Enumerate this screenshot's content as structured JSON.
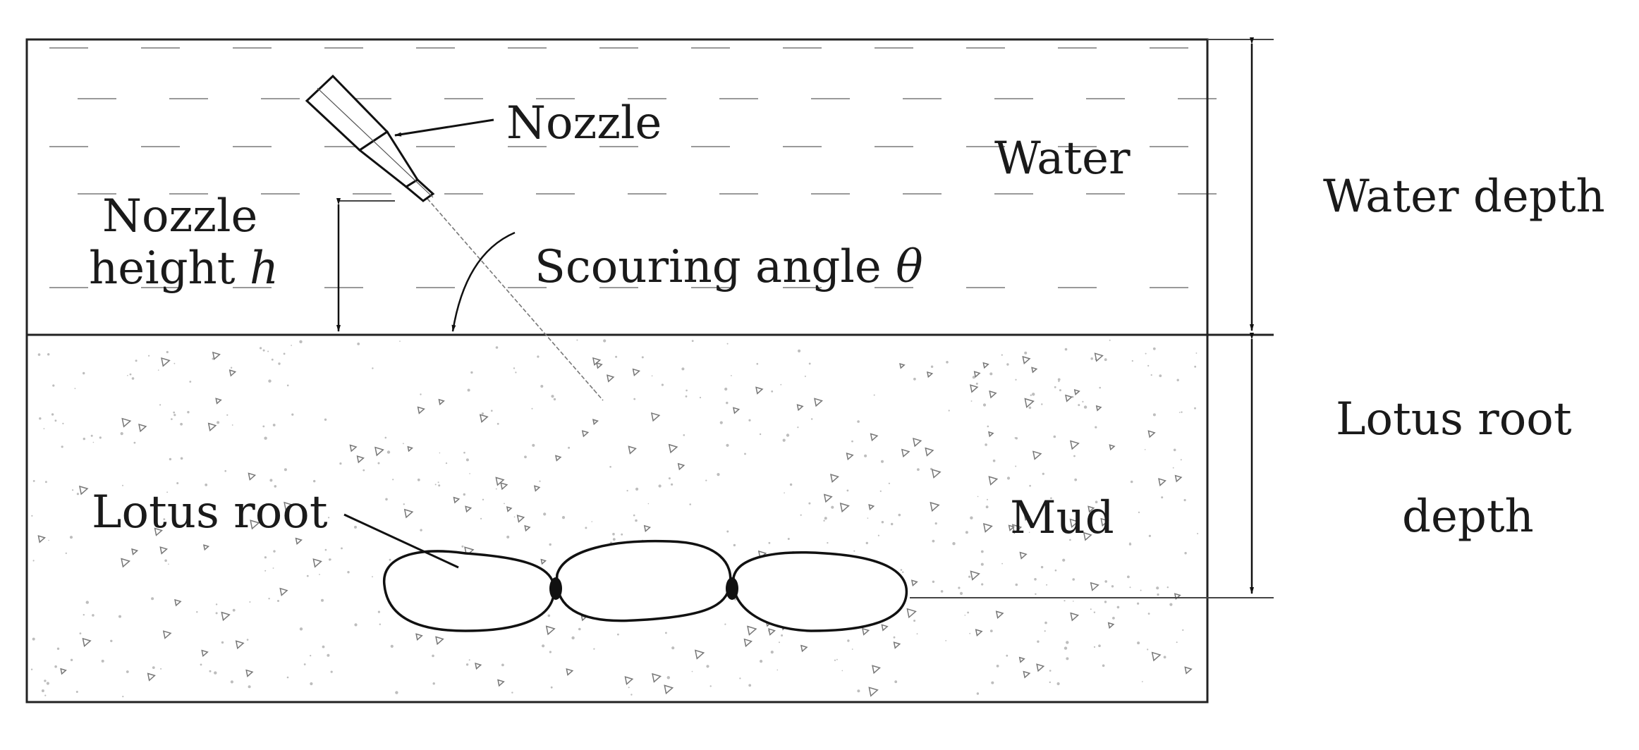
{
  "diagram": {
    "labels": {
      "nozzle": "Nozzle",
      "water": "Water",
      "water_depth": "Water depth",
      "nozzle_height_line1": "Nozzle",
      "nozzle_height_line2": "height ",
      "nozzle_height_symbol": "h",
      "scouring_angle": "Scouring angle ",
      "scouring_angle_symbol": "θ",
      "lotus_root": "Lotus root",
      "mud": "Mud",
      "lotus_root_depth_line1": "Lotus root",
      "lotus_root_depth_line2": "depth"
    }
  }
}
